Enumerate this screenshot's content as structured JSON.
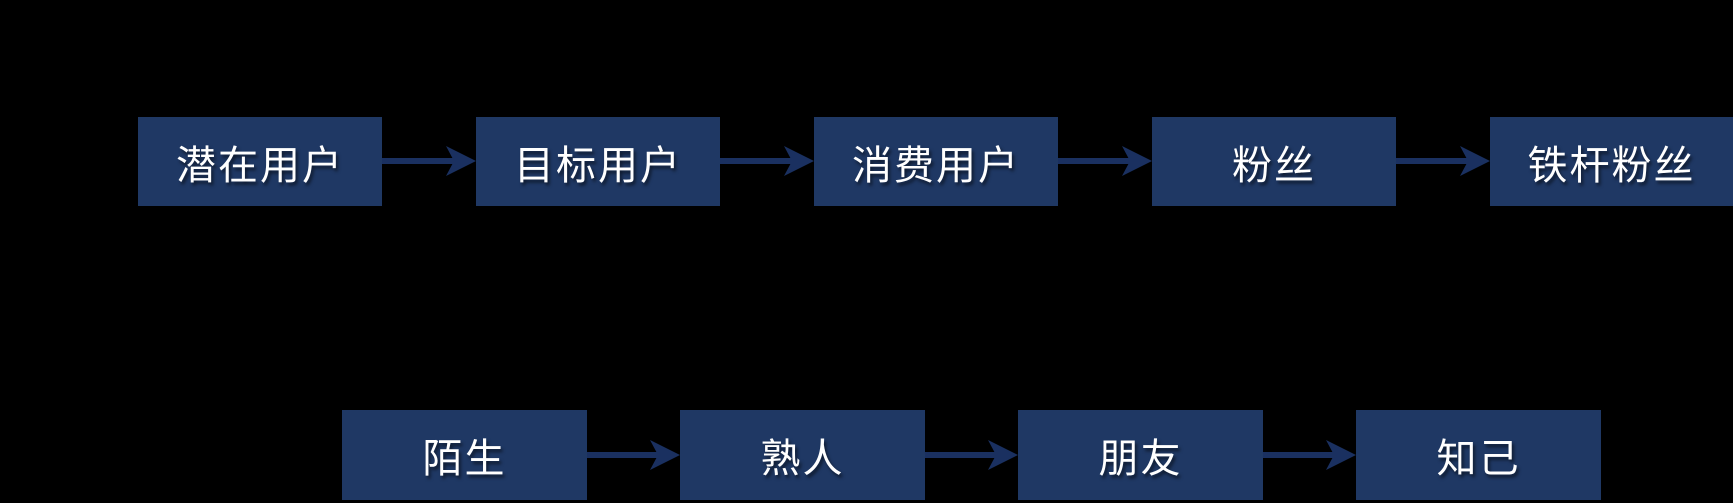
{
  "diagram": {
    "top_row": {
      "name": "user-funnel-flow",
      "boxes": [
        {
          "label": "潜在用户"
        },
        {
          "label": "目标用户"
        },
        {
          "label": "消费用户"
        },
        {
          "label": "粉丝"
        },
        {
          "label": "铁杆粉丝"
        }
      ]
    },
    "bottom_row": {
      "name": "relationship-flow",
      "boxes": [
        {
          "label": "陌生"
        },
        {
          "label": "熟人"
        },
        {
          "label": "朋友"
        },
        {
          "label": "知己"
        }
      ]
    }
  },
  "colors": {
    "background": "#000000",
    "box_fill": "#1f3864",
    "box_text": "#ffffff",
    "arrow": "#1a3060"
  }
}
